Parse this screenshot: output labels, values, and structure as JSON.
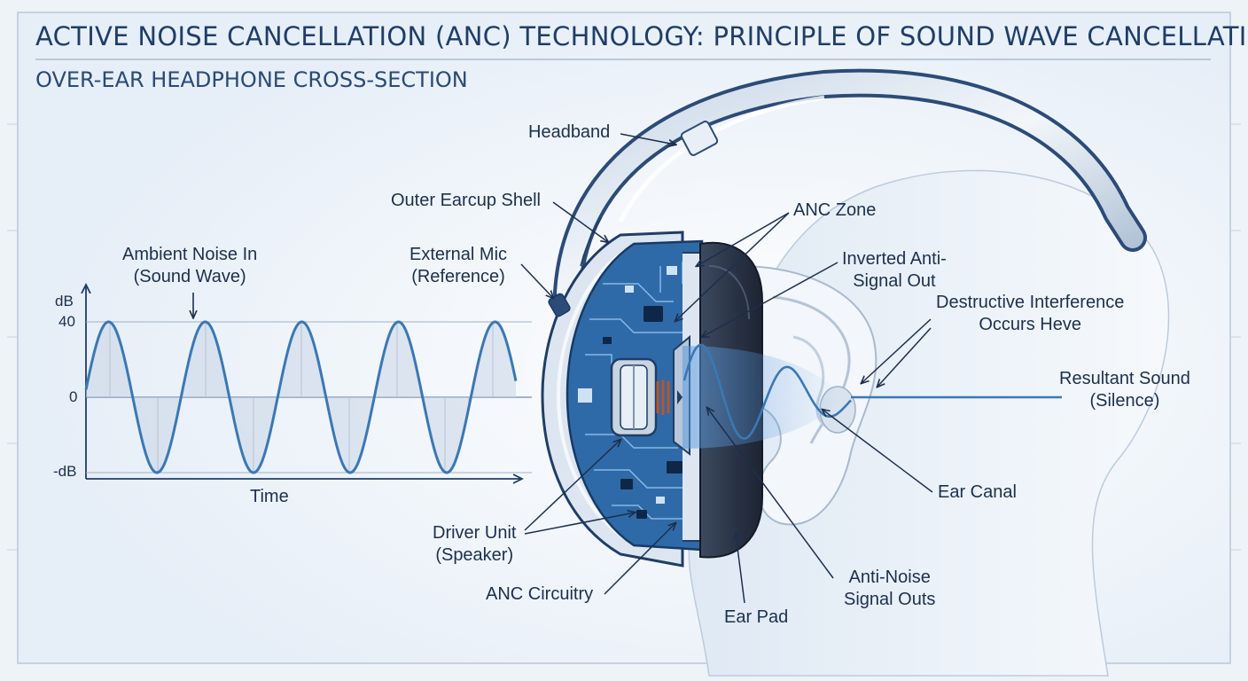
{
  "title": "ACTIVE NOISE CANCELLATION (ANC) TECHNOLOGY: PRINCIPLE OF SOUND WAVE CANCELLATION",
  "subtitle": "OVER-EAR HEADPHONE CROSS-SECTION",
  "graph": {
    "y_unit": "dB",
    "y_top": "40",
    "y_zero": "0",
    "y_bottom": "-dB",
    "x_label": "Time"
  },
  "labels": {
    "ambient_line1": "Ambient Noise In",
    "ambient_line2": "(Sound Wave)",
    "headband": "Headband",
    "outer_shell": "Outer Earcup Shell",
    "external_mic_line1": "External Mic",
    "external_mic_line2": "(Reference)",
    "anc_zone": "ANC Zone",
    "inverted_line1": "Inverted Anti-",
    "inverted_line2": "Signal Out",
    "destructive_line1": "Destructive Interference",
    "destructive_line2": "Occurs Heve",
    "resultant_line1": "Resultant Sound",
    "resultant_line2": "(Silence)",
    "ear_canal": "Ear Canal",
    "driver_line1": "Driver Unit",
    "driver_line2": "(Speaker)",
    "anc_circuitry": "ANC Circuitry",
    "ear_pad": "Ear Pad",
    "anti_noise_line1": "Anti-Noise",
    "anti_noise_line2": "Signal Outs"
  },
  "colors": {
    "wave": "#3a78b5",
    "dark_blue": "#1f3d66",
    "pcb": "#2f6aa8",
    "pad": "#2b3548",
    "background": "#eef3f8"
  }
}
